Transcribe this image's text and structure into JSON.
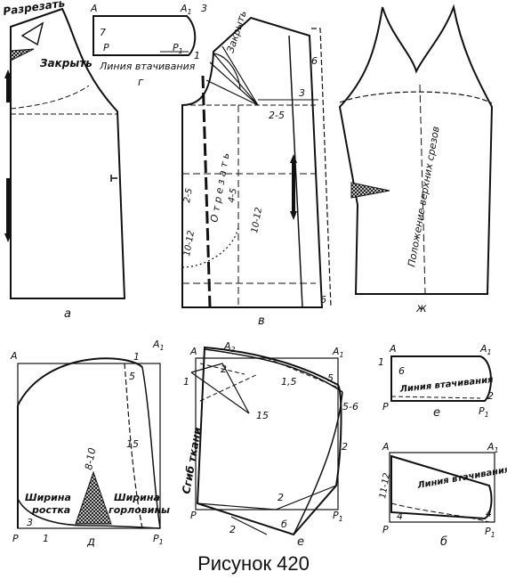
{
  "caption": "Рисунок 420",
  "panels": {
    "a": {
      "letter": "а",
      "label_cut": "Разрезать",
      "label_close": "Закрыть"
    },
    "g": {
      "letter": "г",
      "point_A": "А",
      "point_A1": "А",
      "sub_1": "1",
      "point_P": "Р",
      "point_P1": "Р",
      "num_3": "3",
      "num_7": "7",
      "num_1": "1",
      "label_seam": "Линия втачивания"
    },
    "v": {
      "letter": "в",
      "label_close": "Закрыть",
      "label_cut_off": "О т р е з а т ь",
      "dim_6_top": "6",
      "dim_6_bottom": "6",
      "dim_3": "3",
      "dim_2_5_right": "2-5",
      "dim_2_5_left": "2-5",
      "dim_4_5": "4-5",
      "dim_10_12_a": "10-12",
      "dim_10_12_b": "10-12"
    },
    "zh": {
      "letter": "ж",
      "label_upper_edges": "Положение верхних срезов"
    },
    "d": {
      "letter": "д",
      "point_A": "А",
      "point_A1": "А",
      "sub_1": "1",
      "point_P": "Р",
      "point_P1": "Р",
      "num_1_top": "1",
      "num_5": "5",
      "num_15": "15",
      "num_8_10": "8-10",
      "num_1_bottom": "1",
      "num_3": "3",
      "label_crotch_w1": "Ширина",
      "label_crotch_w2": "ростка",
      "label_neck_w1": "Ширина",
      "label_neck_w2": "горловины"
    },
    "e": {
      "letter": "е",
      "point_A": "А",
      "point_A2": "А",
      "point_A1": "А",
      "point_P": "Р",
      "point_P1": "Р",
      "sub_1": "1",
      "sub_2": "2",
      "num_2_top": "2",
      "num_1": "1",
      "num_1_5": "1,5",
      "num_5": "5",
      "num_5_6": "5-6",
      "num_15": "15",
      "num_2_mid": "2",
      "num_2_right": "2",
      "num_2_bottom": "2",
      "num_b": "б",
      "label_fold": "Сгиб ткани"
    },
    "e_small": {
      "letter": "е",
      "point_A": "А",
      "point_A1": "А",
      "point_P": "Р",
      "point_P1": "Р",
      "sub_1": "1",
      "num_1": "1",
      "num_2": "2",
      "num_6": "6",
      "label_seam": "Линия втачивания"
    },
    "b": {
      "letter": "б",
      "point_A": "А",
      "point_A1": "А",
      "point_P": "Р",
      "point_P1": "Р",
      "sub_1": "1",
      "dim_11_12": "11-12",
      "num_4_left": "4",
      "num_4_right": "4",
      "label_seam": "Линия втачивания"
    }
  }
}
